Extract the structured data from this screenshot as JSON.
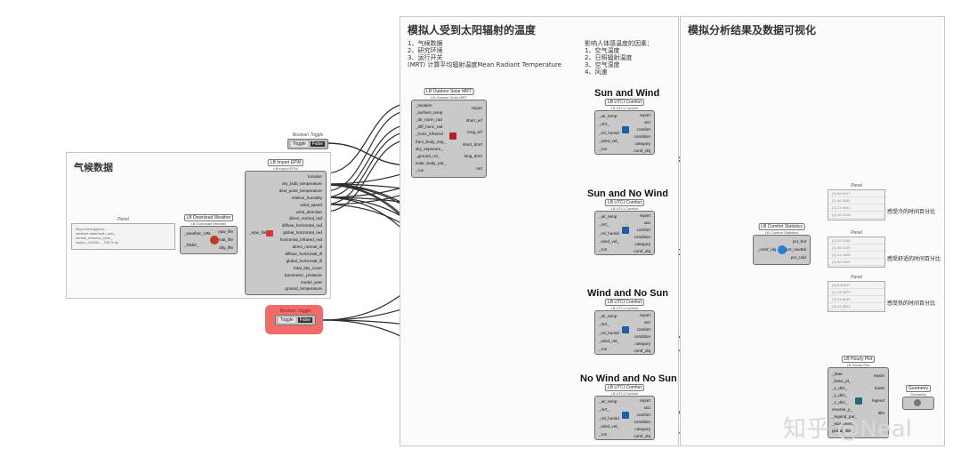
{
  "groups": {
    "weather": {
      "title": "气候数据"
    },
    "solar": {
      "title": "模拟人受到太阳辐射的温度"
    },
    "analysis": {
      "title": "模拟分析结果及数据可视化"
    }
  },
  "notes": {
    "inputs": "1、气候数据\n2、研究环境\n3、运行开关\n(MRT) 计算平均辐射温度Mean Radiant Temperature",
    "factors": "影响人体感温度的因素：\n1、空气温度\n2、日照辐射温度\n3、空气湿度\n4、风速"
  },
  "scenarios": [
    {
      "title": "Sun and Wind"
    },
    {
      "title": "Sun and No Wind"
    },
    {
      "title": "Wind and No Sun"
    },
    {
      "title": "No Wind and No Sun"
    }
  ],
  "components": {
    "panel_weather": {
      "title": "Panel",
      "text": "https://energyplus...\nweather-data/north_and_\ncentral_america_wmo_\nregion_4/USA/..._TMY3.zip"
    },
    "download_weather": {
      "caption": "LB Download Weather",
      "sub": "LB Download Weather",
      "inputs": [
        "_weather_URL",
        "_folder_"
      ],
      "outputs": [
        "epw_file",
        "stat_file",
        "ddy_file"
      ]
    },
    "import_epw": {
      "caption": "LB Import EPW",
      "sub": "LB Import EPW",
      "inputs": [
        "_epw_file"
      ],
      "outputs": [
        "location",
        "dry_bulb_temperature",
        "dew_point_temperature",
        "relative_humidity",
        "wind_speed",
        "wind_direction",
        "direct_normal_rad",
        "diffuse_horizontal_rad",
        "global_horizontal_rad",
        "horizontal_infrared_rad",
        "direct_normal_ill",
        "diffuse_horizontal_ill",
        "global_horizontal_ill",
        "total_sky_cover",
        "barometric_pressure",
        "model_year",
        "ground_temperature"
      ]
    },
    "solar_mrt": {
      "caption": "LB Outdoor Solar MRT",
      "sub": "LB Outdoor Solar MRT",
      "inputs": [
        "_location",
        "_surface_temp",
        "_dir_norm_rad",
        "_diff_horiz_rad",
        "_horiz_infrared",
        "fract_body_exp_",
        "sky_exposure_",
        "_ground_ref_",
        "solar_body_par_",
        "_run"
      ],
      "outputs": [
        "report",
        "short_erf",
        "long_erf",
        "short_dmrt",
        "long_dmrt",
        "mrt"
      ]
    },
    "utci": {
      "caption": "LB UTCI Comfort",
      "sub": "LB UTCI Comfort",
      "inputs": [
        "_air_temp",
        "_mrt_",
        "_rel_humid",
        "_wind_vel_",
        "_run"
      ],
      "outputs": [
        "report",
        "utci",
        "comfort",
        "condition",
        "category",
        "comf_obj"
      ]
    },
    "statistics": {
      "caption": "LB Comfort Statistics",
      "sub": "LB Comfort Statistics",
      "inputs": [
        "_comf_obj"
      ],
      "outputs": [
        "pct_hot",
        "pct_neutral",
        "pct_cold"
      ]
    },
    "hourly_plot": {
      "caption": "LB Hourly Plot",
      "sub": "LB Hourly Plot",
      "inputs": [
        "_data",
        "_base_pt_",
        "_x_dim_",
        "_y_dim_",
        "_z_dim_",
        "reverse_y_",
        "_legend_par_",
        "_statement_",
        "global_title_"
      ],
      "outputs": [
        "report",
        "mesh",
        "legend",
        "title",
        "...."
      ]
    },
    "geometry": {
      "caption": "Geometry",
      "sub": "Geometry"
    },
    "toggle1": {
      "title": "Boolean Toggle",
      "key": "Toggle",
      "value": "False"
    },
    "toggle2": {
      "title": "Boolean Toggle",
      "key": "Toggle",
      "value": "False"
    }
  },
  "result_panels": [
    {
      "title": "Panel",
      "rows": [
        "{0} 58.9417",
        "{1} 48.8082",
        "{2} 23.9401",
        "{3} 10.2315"
      ],
      "label": "感受冷的时间百分比"
    },
    {
      "title": "Panel",
      "rows": [
        "{0} 32.2158",
        "{1} 38.1039",
        "{2} 51.1655",
        "{3} 60.1842"
      ],
      "label": "感受舒适的时间百分比"
    },
    {
      "title": "Panel",
      "rows": [
        "{0} 8.84247",
        "{1} 13.0879",
        "{2} 24.8943",
        "{3} 29.5843"
      ],
      "label": "感受热的时间百分比"
    }
  ],
  "watermark": "知乎 @Neal",
  "colors": {
    "node_bg": "#c9c9c9",
    "group_bg": "#fbfbfb",
    "toggle_highlight": "#f26b6b",
    "wire": "#2e2e2e",
    "panel_bg": "#f3f3f3"
  }
}
